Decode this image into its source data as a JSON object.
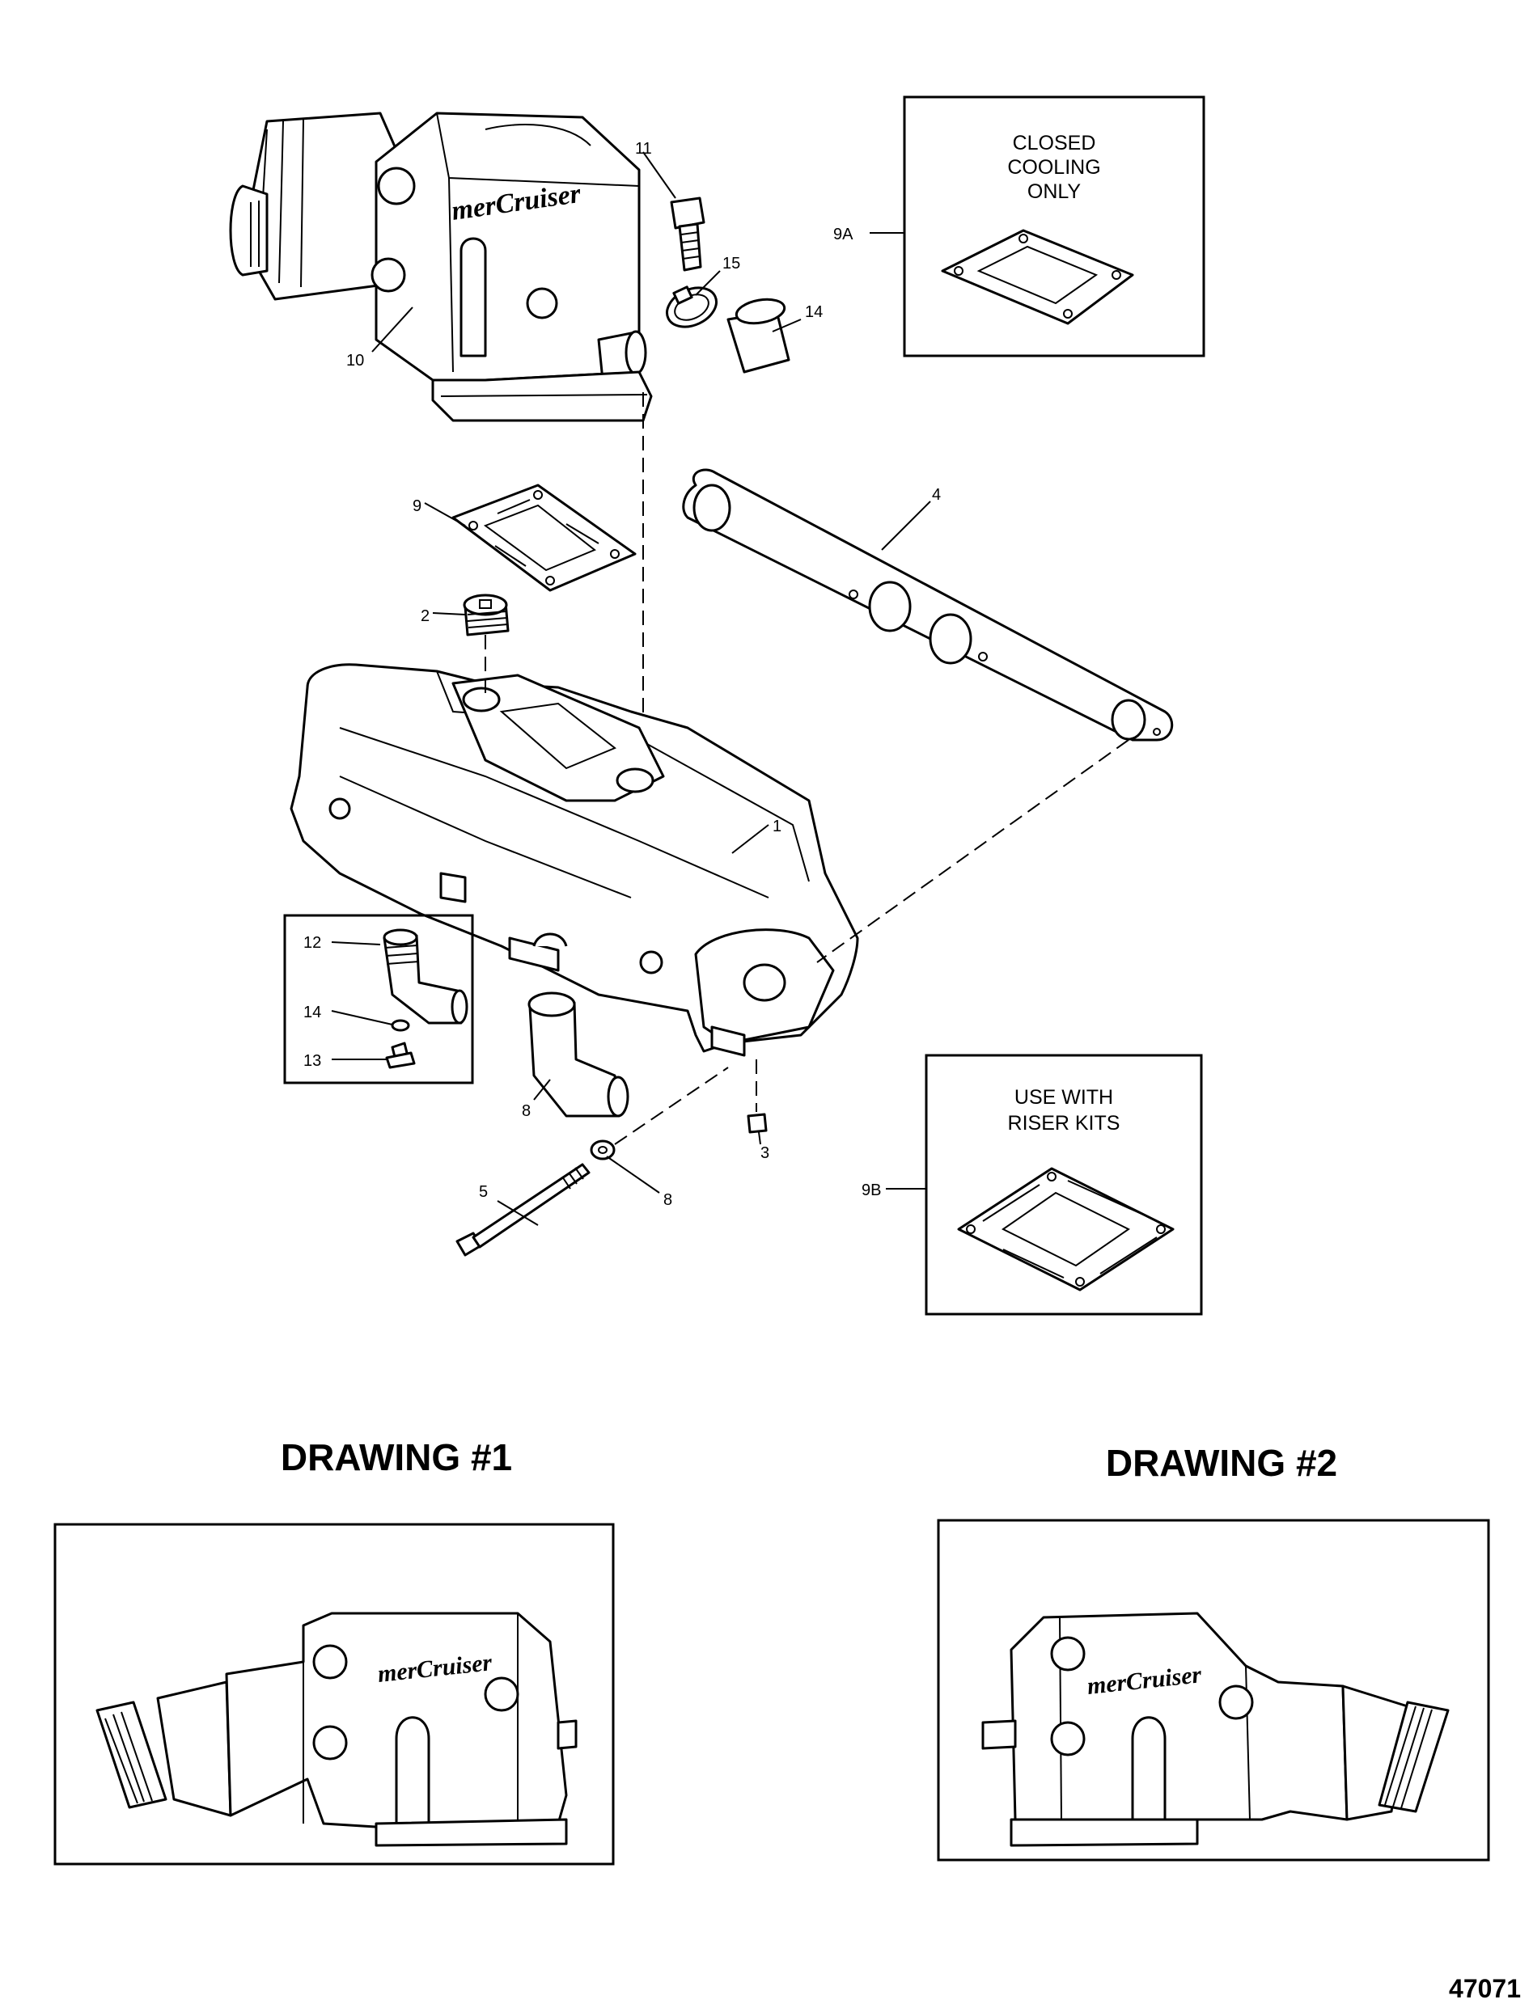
{
  "callouts": {
    "c1": "1",
    "c2": "2",
    "c3": "3",
    "c4": "4",
    "c5": "5",
    "c8a": "8",
    "c8b": "8",
    "c9": "9",
    "c9a": "9A",
    "c9b": "9B",
    "c10": "10",
    "c11": "11",
    "c12": "12",
    "c13": "13",
    "c14a": "14",
    "c14b": "14",
    "c15": "15"
  },
  "notes": {
    "box_9a": [
      "CLOSED",
      "COOLING",
      "ONLY"
    ],
    "box_9b": [
      "USE WITH",
      "RISER KITS"
    ]
  },
  "logo_text": "merCruiser",
  "drawings": {
    "drawing_1": "DRAWING #1",
    "drawing_2": "DRAWING #2"
  },
  "figure_number": "47071"
}
